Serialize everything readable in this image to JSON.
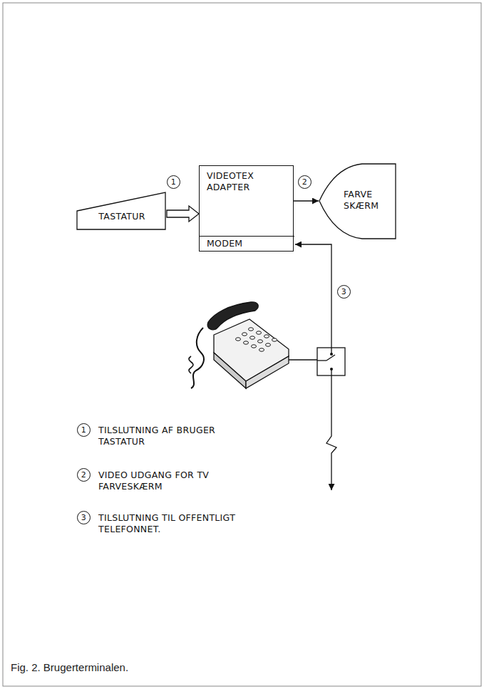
{
  "diagram": {
    "caption": "Fig. 2. Brugerterminalen.",
    "nodes": [
      {
        "text": [
          "TASTATUR"
        ]
      },
      {
        "text": [
          "VIDEOTEX ADAPTER"
        ]
      },
      {
        "text": [
          "MODEM"
        ],
        "in": 1
      },
      {
        "text": [
          "FARVE SKÆRM"
        ]
      }
    ],
    "edges": [
      {
        "from": 0,
        "to": 1,
        "arrow": "to"
      },
      {
        "from": 1,
        "to": 3,
        "arrow": "to"
      }
    ],
    "labels": [
      "1",
      "2",
      "3",
      "1",
      "TILSLUTNING AF BRUGER TASTATUR",
      "2",
      "VIDEO UDGANG FOR TV FARVESKÆRM",
      "3",
      "TILSLUTNING TIL OFFENTLIGT TELEFONNET."
    ]
  }
}
